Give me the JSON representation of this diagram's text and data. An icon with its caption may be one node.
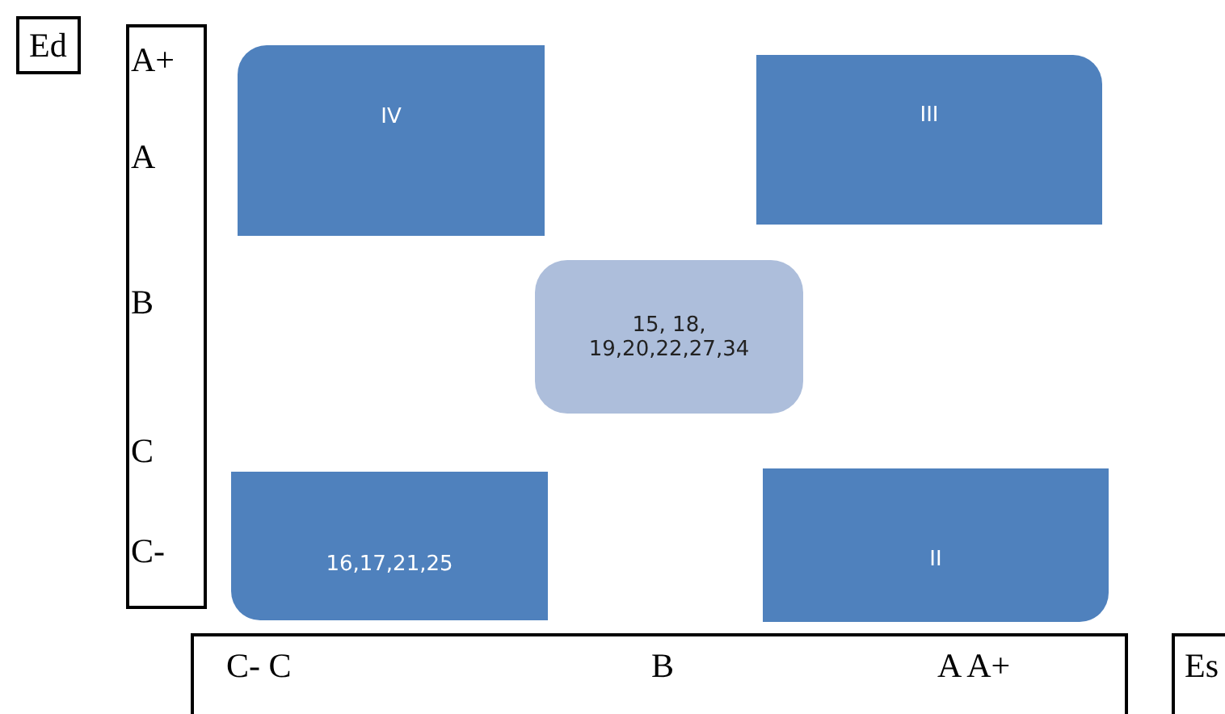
{
  "diagram": {
    "nodes": [
      {
        "text": [
          "Ed"
        ]
      },
      {
        "text": [
          "A+",
          "A",
          "B",
          "C",
          "C-"
        ]
      },
      {
        "text": [
          "IV"
        ]
      },
      {
        "text": [
          "III"
        ]
      },
      {
        "text": [
          "15, 18, 19,20,22,27,34"
        ]
      },
      {
        "text": [
          "16,17,21,25"
        ]
      },
      {
        "text": [
          "II"
        ]
      },
      {
        "text": [
          "C- C",
          "B",
          "A A+"
        ]
      },
      {
        "text": [
          "Es"
        ]
      }
    ]
  }
}
